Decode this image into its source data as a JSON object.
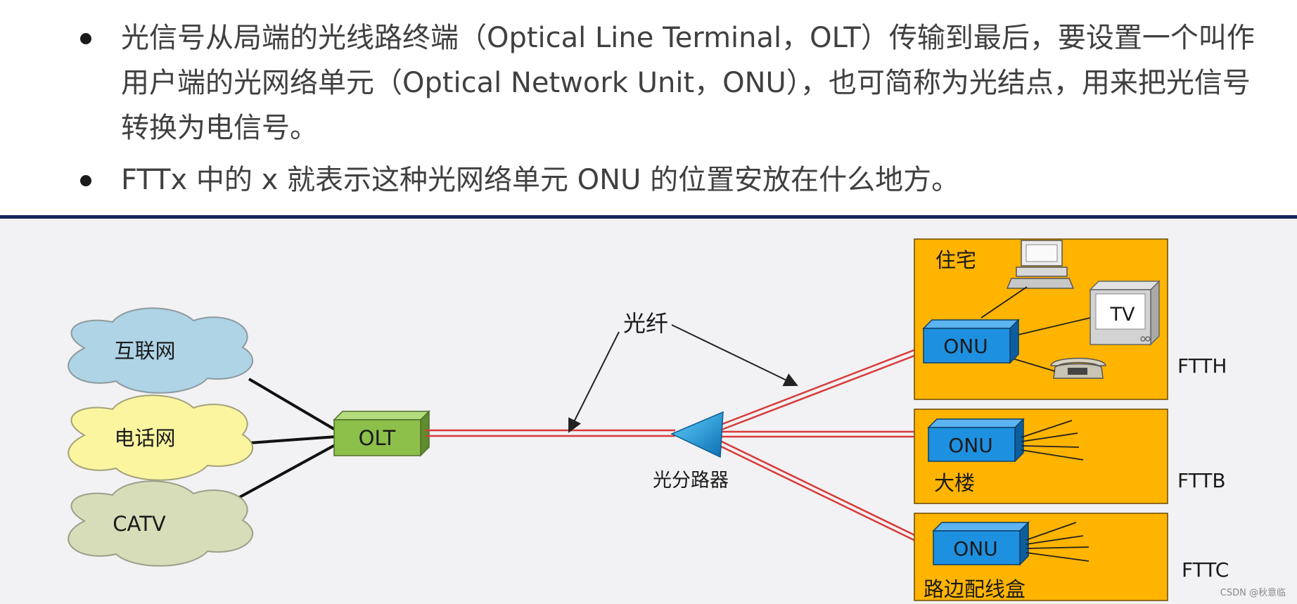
{
  "bullets": [
    "光信号从局端的光线路终端（Optical Line Terminal，OLT）传输到最后，要设置一个叫作用户端的光网络单元（Optical Network Unit，ONU），也可简称为光结点，用来把光信号转换为电信号。",
    "FTTx 中的 x 就表示这种光网络单元 ONU 的位置安放在什么地方。"
  ],
  "diagram": {
    "networks": [
      "互联网",
      "电话网",
      "CATV"
    ],
    "olt_label": "OLT",
    "fiber_label": "光纤",
    "splitter_label": "光分路器",
    "onu_label": "ONU",
    "tv_label": "TV",
    "premises": [
      {
        "name": "住宅",
        "type": "FTTH"
      },
      {
        "name": "大楼",
        "type": "FTTB"
      },
      {
        "name": "路边配线盒",
        "type": "FTTC"
      }
    ]
  },
  "colors": {
    "cloud_internet": "#aed4e6",
    "cloud_phone": "#fbf5a0",
    "cloud_catv": "#d6ddb8",
    "olt": "#8cc04a",
    "onu": "#1e90e0",
    "premise": "#ffb400",
    "fiber": "#d83a3a",
    "rule": "#17245a"
  },
  "watermark": "CSDN @秋意临"
}
